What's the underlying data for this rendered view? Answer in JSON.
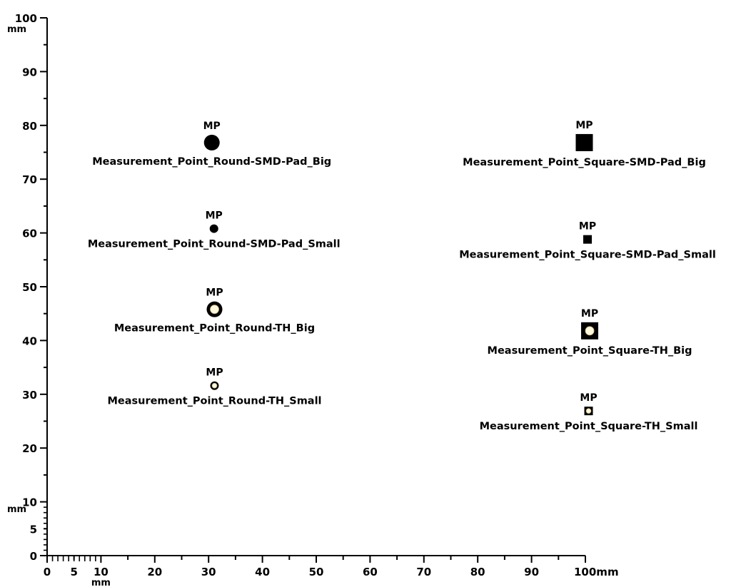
{
  "chart_data": {
    "type": "scatter",
    "x_axis": {
      "range": [
        0,
        100
      ],
      "unit": "mm",
      "major_ticks": [
        0,
        10,
        20,
        30,
        40,
        50,
        60,
        70,
        80,
        90,
        100
      ],
      "major_tick_labels": [
        "0",
        "5",
        "10",
        "20",
        "30",
        "40",
        "50",
        "60",
        "70",
        "80",
        "90",
        "100mm"
      ],
      "minor_ticks_every": 1,
      "minor_ticks_until": 10,
      "secondary_unit_label": "mm"
    },
    "y_axis": {
      "range": [
        0,
        100
      ],
      "unit": "mm",
      "major_ticks": [
        0,
        5,
        10,
        20,
        30,
        40,
        50,
        60,
        70,
        80,
        90,
        100
      ],
      "major_tick_labels": [
        "0",
        "5",
        "10",
        "20",
        "30",
        "40",
        "50",
        "60",
        "70",
        "80",
        "90",
        "100"
      ],
      "top_unit_label": "mm",
      "secondary_unit_label": "mm"
    },
    "grid": false,
    "footprints": [
      {
        "reference": "MP",
        "name": "Measurement_Point_Round-SMD-Pad_Big",
        "shape": "round",
        "kind": "smd",
        "size": "big",
        "x": 30.6,
        "y": 76.8
      },
      {
        "reference": "MP",
        "name": "Measurement_Point_Round-SMD-Pad_Small",
        "shape": "round",
        "kind": "smd",
        "size": "small",
        "x": 31.0,
        "y": 60.8
      },
      {
        "reference": "MP",
        "name": "Measurement_Point_Round-TH_Big",
        "shape": "round",
        "kind": "th",
        "size": "big",
        "x": 31.1,
        "y": 45.8
      },
      {
        "reference": "MP",
        "name": "Measurement_Point_Round-TH_Small",
        "shape": "round",
        "kind": "th",
        "size": "small",
        "x": 31.1,
        "y": 31.6
      },
      {
        "reference": "MP",
        "name": "Measurement_Point_Square-SMD-Pad_Big",
        "shape": "square",
        "kind": "smd",
        "size": "big",
        "x": 99.8,
        "y": 76.8
      },
      {
        "reference": "MP",
        "name": "Measurement_Point_Square-SMD-Pad_Small",
        "shape": "square",
        "kind": "smd",
        "size": "small",
        "x": 100.4,
        "y": 58.8
      },
      {
        "reference": "MP",
        "name": "Measurement_Point_Square-TH_Big",
        "shape": "square",
        "kind": "th",
        "size": "big",
        "x": 100.8,
        "y": 41.8
      },
      {
        "reference": "MP",
        "name": "Measurement_Point_Square-TH_Small",
        "shape": "square",
        "kind": "th",
        "size": "small",
        "x": 100.6,
        "y": 26.9
      }
    ]
  }
}
